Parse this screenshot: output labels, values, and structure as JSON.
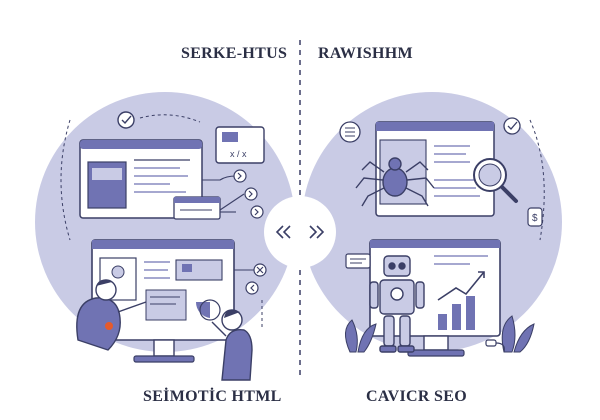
{
  "headings": {
    "top_left": "SERKE-HTUS",
    "top_right": "RAWISHHM",
    "bottom_left": "SEİMOTİC HTML",
    "bottom_right": "CAVICR SEO"
  },
  "icons": {
    "center_left": "chevrons-left-icon",
    "center_right": "chevrons-right-icon",
    "window_symbols": "x / x"
  },
  "colors": {
    "lavender": "#c9cbe5",
    "accent_purple": "#7073b3",
    "outline": "#3b3f66",
    "highlight_orange": "#e55a2b",
    "white": "#ffffff"
  }
}
